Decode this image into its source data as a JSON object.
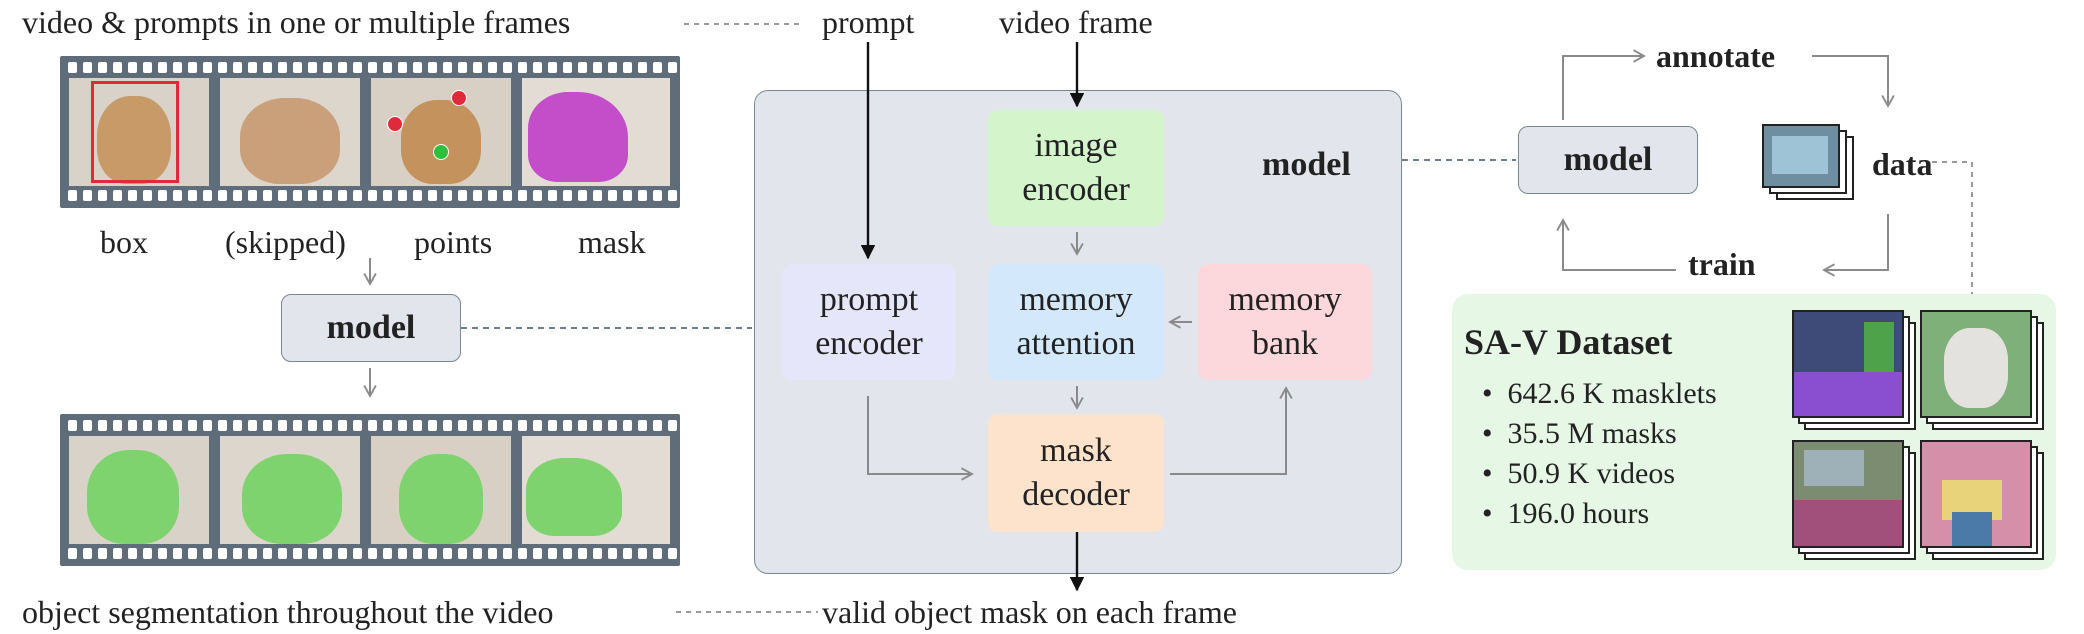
{
  "left": {
    "top_caption": "video & prompts in one or multiple frames",
    "frame_labels": [
      "box",
      "(skipped)",
      "points",
      "mask"
    ],
    "model_label": "model",
    "bottom_caption": "object segmentation throughout the video"
  },
  "center": {
    "prompt_label": "prompt",
    "video_frame_label": "video frame",
    "model_title": "model",
    "image_encoder": [
      "image",
      "encoder"
    ],
    "prompt_encoder": [
      "prompt",
      "encoder"
    ],
    "memory_attention": [
      "memory",
      "attention"
    ],
    "memory_bank": [
      "memory",
      "bank"
    ],
    "mask_decoder": [
      "mask",
      "decoder"
    ],
    "output_label": "valid object mask on each frame"
  },
  "right": {
    "annotate": "annotate",
    "model": "model",
    "data": "data",
    "train": "train",
    "dataset_title": "SA-V Dataset",
    "stats": [
      "642.6 K masklets",
      "35.5 M masks",
      "50.9 K videos",
      "196.0 hours"
    ]
  },
  "colors": {
    "film": "#5f6d7a",
    "model_panel": "#e2e6ec",
    "image_encoder": "#d4f5cc",
    "prompt_encoder": "#e6e6fb",
    "memory_attention": "#d3e8fb",
    "memory_bank": "#fcd8dc",
    "mask_decoder": "#fde3cc",
    "dataset_panel": "#e6f7e6",
    "mask_green": "#7fd36e",
    "mask_magenta": "#c44ec9"
  }
}
